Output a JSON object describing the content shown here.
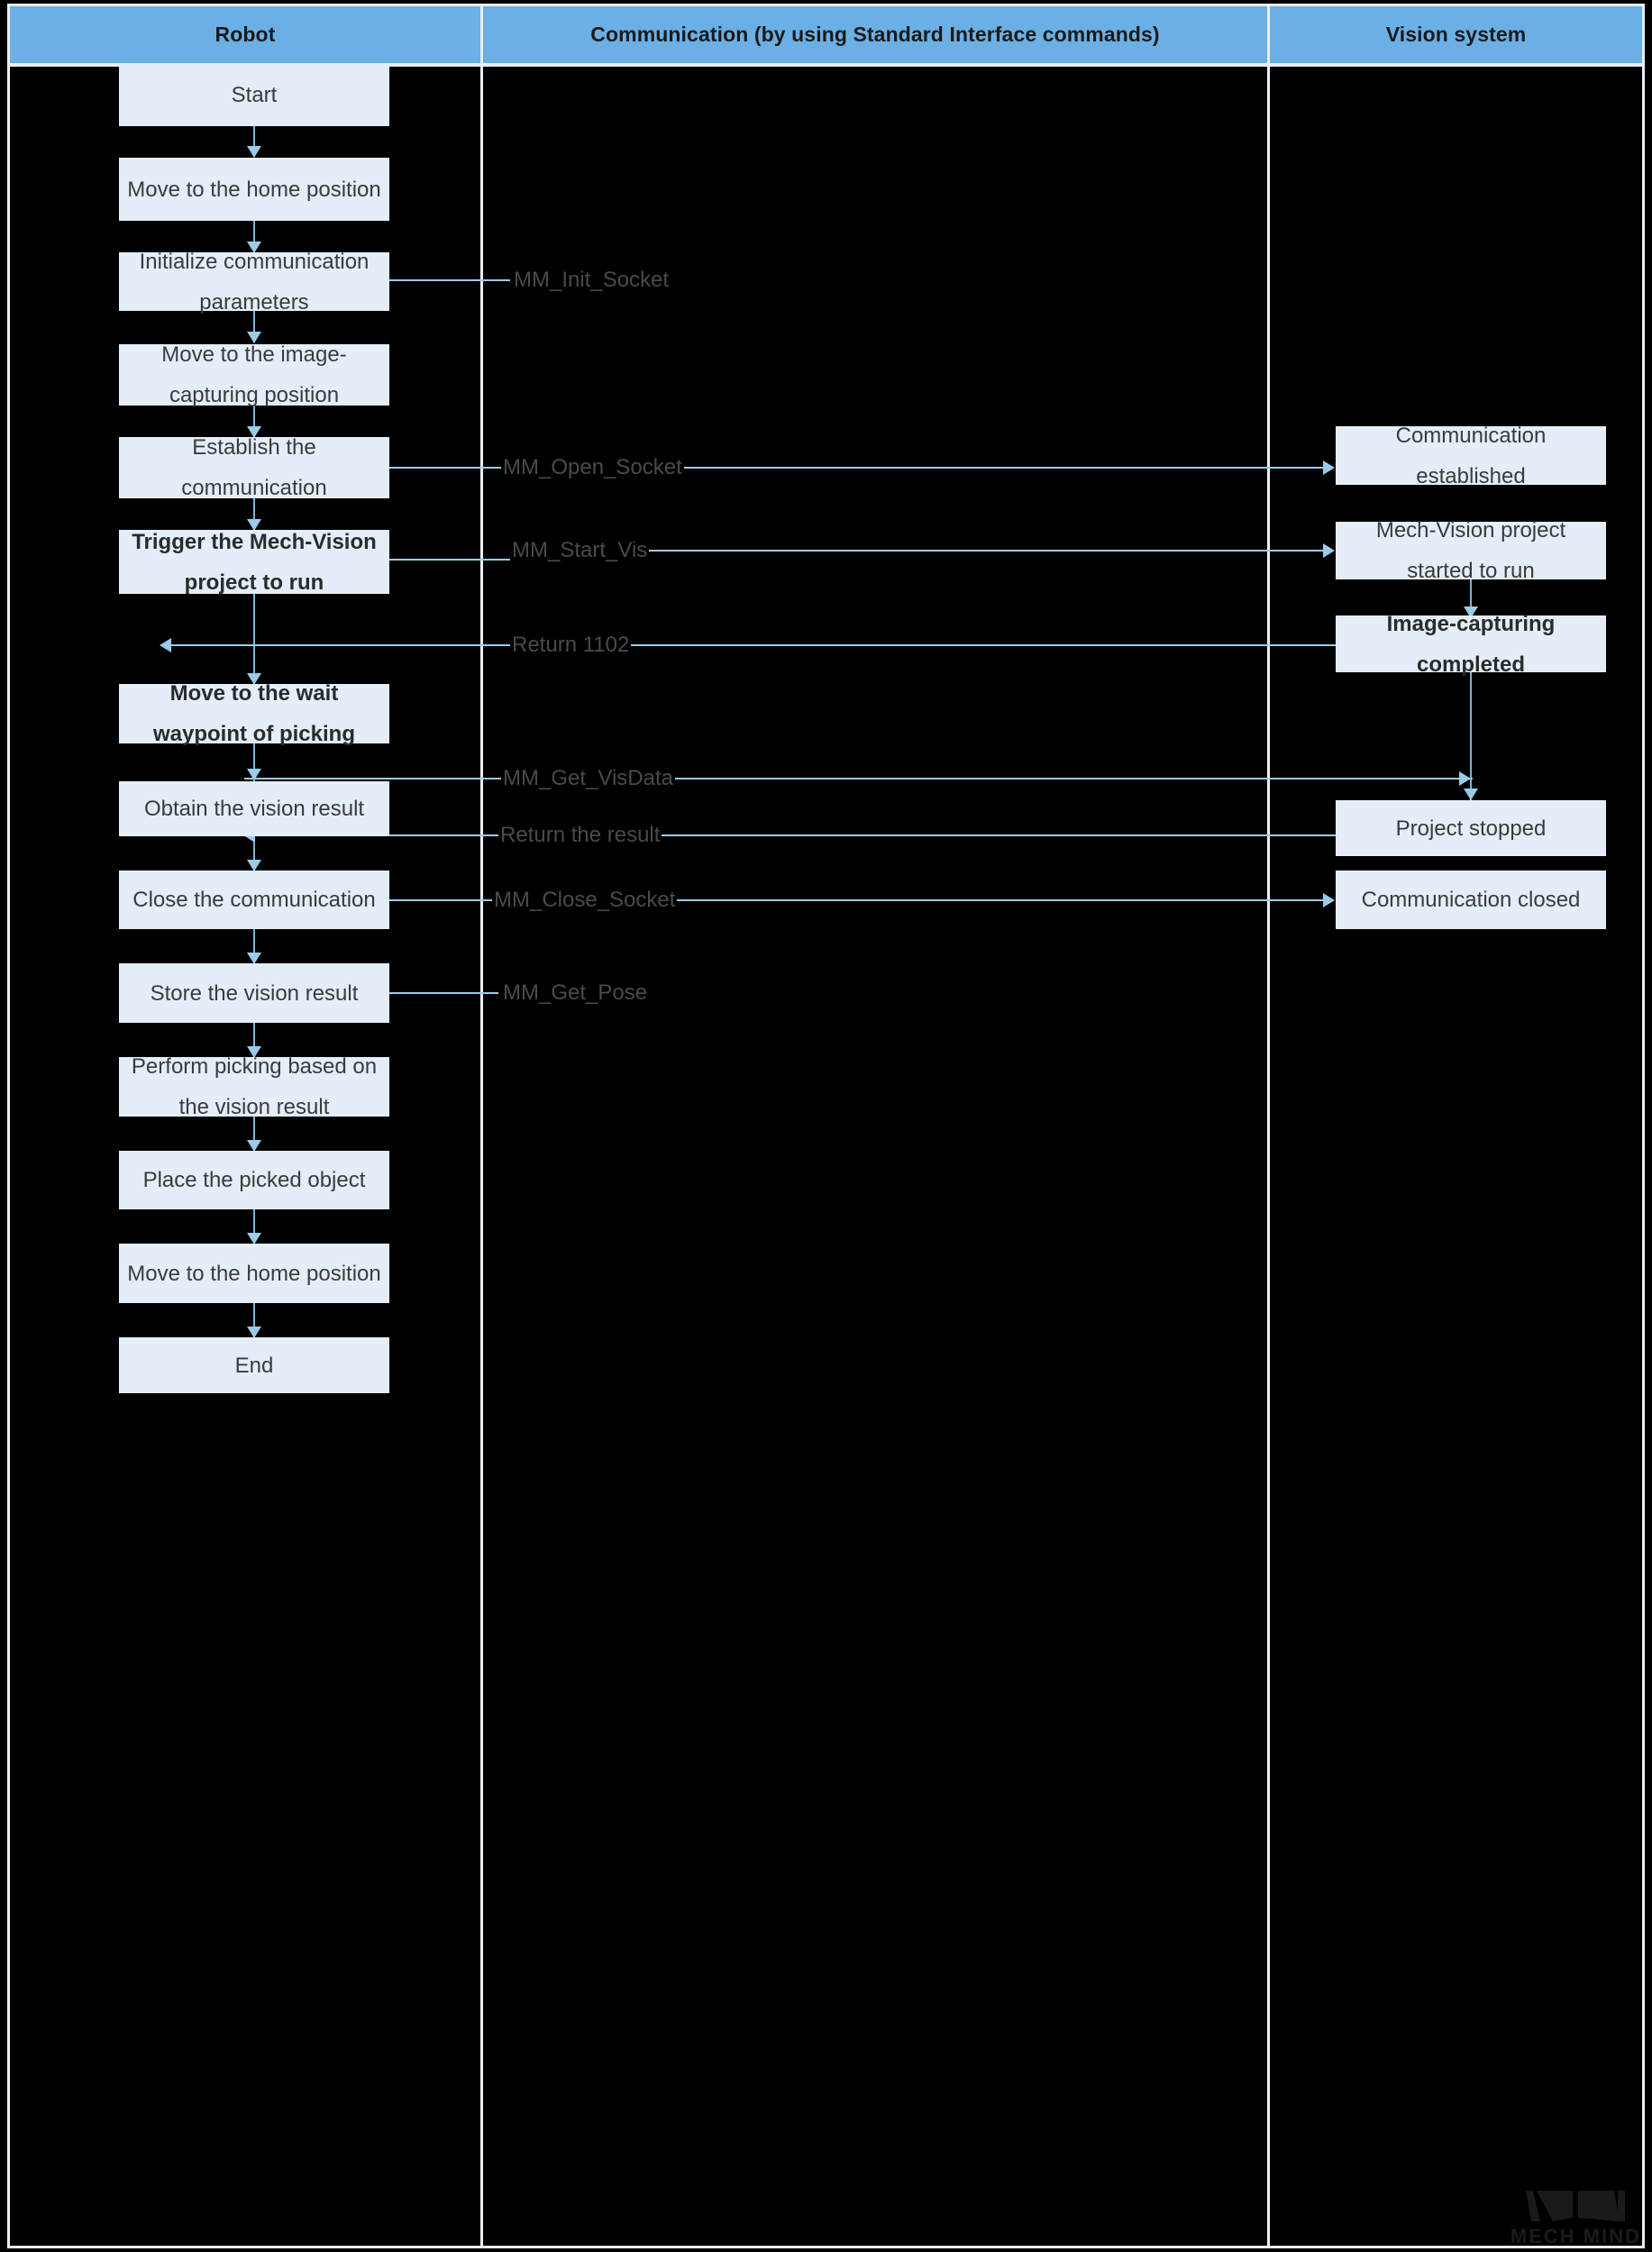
{
  "diagram": {
    "title": "Robot / Vision system Standard Interface picking workflow",
    "type": "swimlane-flowchart",
    "colors": {
      "lane_header_bg": "#6bb0e4",
      "lane_header_text": "#1a1a1a",
      "box_bg": "#e3eef9",
      "box_text": "#3b3b3b",
      "connector": "#9ccbe8",
      "background": "#000000",
      "frame": "#e8eef4"
    },
    "lanes": [
      {
        "id": "robot",
        "label": "Robot"
      },
      {
        "id": "communication",
        "label": "Communication (by using Standard Interface commands)"
      },
      {
        "id": "vision",
        "label": "Vision system"
      }
    ],
    "robot_steps": [
      {
        "id": "start",
        "label": "Start",
        "bold": false
      },
      {
        "id": "home1",
        "label": "Move to the home position",
        "bold": false
      },
      {
        "id": "init",
        "label": "Initialize communication parameters",
        "bold": false
      },
      {
        "id": "img_pos",
        "label": "Move to the image-capturing position",
        "bold": false
      },
      {
        "id": "establish",
        "label": "Establish the communication",
        "bold": false
      },
      {
        "id": "trigger",
        "label": "Trigger the Mech-Vision project to run",
        "bold": true
      },
      {
        "id": "wait_wp",
        "label": "Move to the wait waypoint of picking",
        "bold": true
      },
      {
        "id": "obtain",
        "label": "Obtain the vision result",
        "bold": false
      },
      {
        "id": "close",
        "label": "Close the communication",
        "bold": false
      },
      {
        "id": "store",
        "label": "Store the vision result",
        "bold": false
      },
      {
        "id": "pick",
        "label": "Perform picking based on the vision result",
        "bold": false
      },
      {
        "id": "place",
        "label": "Place the picked object",
        "bold": false
      },
      {
        "id": "home2",
        "label": "Move to the home position",
        "bold": false
      },
      {
        "id": "end",
        "label": "End",
        "bold": false
      }
    ],
    "vision_steps": [
      {
        "id": "comm_est",
        "label": "Communication established",
        "bold": false
      },
      {
        "id": "mv_start",
        "label": "Mech-Vision project started to run",
        "bold": false
      },
      {
        "id": "img_done",
        "label": "Image-capturing completed",
        "bold": true
      },
      {
        "id": "proj_stop",
        "label": "Project stopped",
        "bold": false
      },
      {
        "id": "comm_closed",
        "label": "Communication closed",
        "bold": false
      }
    ],
    "commands": [
      {
        "id": "init_socket",
        "label": "MM_Init_Socket",
        "from": "init",
        "to": null,
        "direction": "right"
      },
      {
        "id": "open_socket",
        "label": "MM_Open_Socket",
        "from": "establish",
        "to": "comm_est",
        "direction": "right"
      },
      {
        "id": "start_vis",
        "label": "MM_Start_Vis",
        "from": "trigger",
        "to": "mv_start",
        "direction": "right"
      },
      {
        "id": "return_1102",
        "label": "Return 1102",
        "from": "img_done",
        "to": "trigger",
        "direction": "left"
      },
      {
        "id": "get_visdata",
        "label": "MM_Get_VisData",
        "from": "obtain",
        "to": "proj_stop",
        "direction": "right"
      },
      {
        "id": "return_result",
        "label": "Return the result",
        "from": "proj_stop",
        "to": "obtain",
        "direction": "left"
      },
      {
        "id": "close_socket",
        "label": "MM_Close_Socket",
        "from": "close",
        "to": "comm_closed",
        "direction": "right"
      },
      {
        "id": "get_pose",
        "label": "MM_Get_Pose",
        "from": "store",
        "to": null,
        "direction": "right"
      }
    ],
    "watermark": {
      "text": "MECH MIND"
    }
  }
}
